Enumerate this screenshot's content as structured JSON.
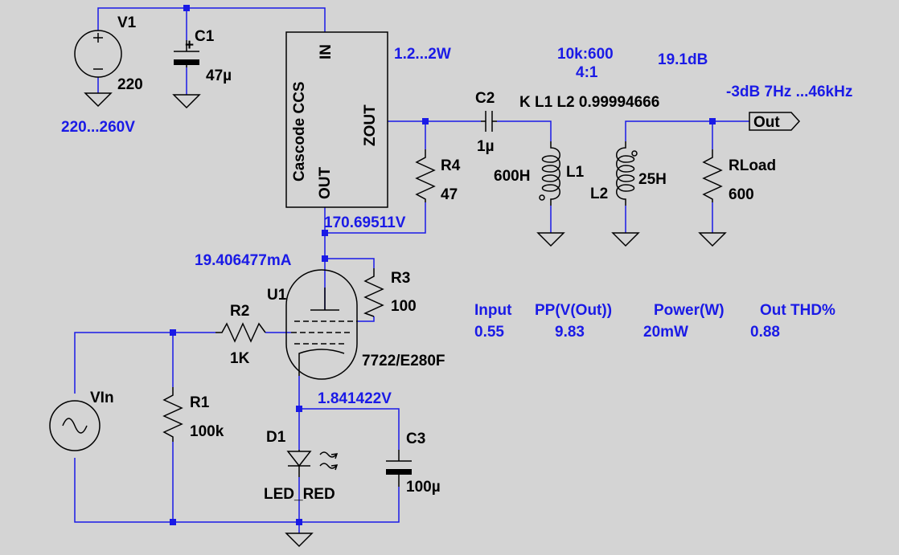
{
  "colors": {
    "background": "#d4d4d4",
    "wire": "#1a1ae6",
    "component": "#000000",
    "net_label": "#1a1ae6"
  },
  "components": {
    "v1": {
      "name": "V1",
      "value": "220",
      "range": "220...260V"
    },
    "c1": {
      "name": "C1",
      "value": "47µ"
    },
    "ccs": {
      "title": "Cascode CCS",
      "pin_in": "IN",
      "pin_out": "OUT",
      "pin_zout": "ZOUT",
      "power": "1.2...2W"
    },
    "c2": {
      "name": "C2",
      "value": "1µ"
    },
    "r4": {
      "name": "R4",
      "value": "47"
    },
    "l1": {
      "name": "L1",
      "value": "600H"
    },
    "l2": {
      "name": "L2",
      "value": "25H"
    },
    "coupling": "K L1 L2  0.99994666",
    "ratio_imp": "10k:600",
    "ratio_turns": "4:1",
    "gain": "19.1dB",
    "bandwidth": "-3dB  7Hz ...46kHz",
    "out_port": "Out",
    "rload": {
      "name": "RLoad",
      "value": "600"
    },
    "r3": {
      "name": "R3",
      "value": "100"
    },
    "u1": {
      "name": "U1",
      "value": "7722/E280F"
    },
    "r2": {
      "name": "R2",
      "value": "1K"
    },
    "vin": {
      "name": "VIn"
    },
    "r1": {
      "name": "R1",
      "value": "100k"
    },
    "d1": {
      "name": "D1",
      "value": "LED_RED"
    },
    "c3": {
      "name": "C3",
      "value": "100µ"
    }
  },
  "operating_point": {
    "anode_voltage": "170.69511V",
    "plate_current": "19.406477mA",
    "cathode_voltage": "1.841422V"
  },
  "results": {
    "headers": [
      "Input",
      "PP(V(Out))",
      "Power(W)",
      "Out THD%"
    ],
    "values": [
      "0.55",
      "9.83",
      "20mW",
      "0.88"
    ]
  }
}
